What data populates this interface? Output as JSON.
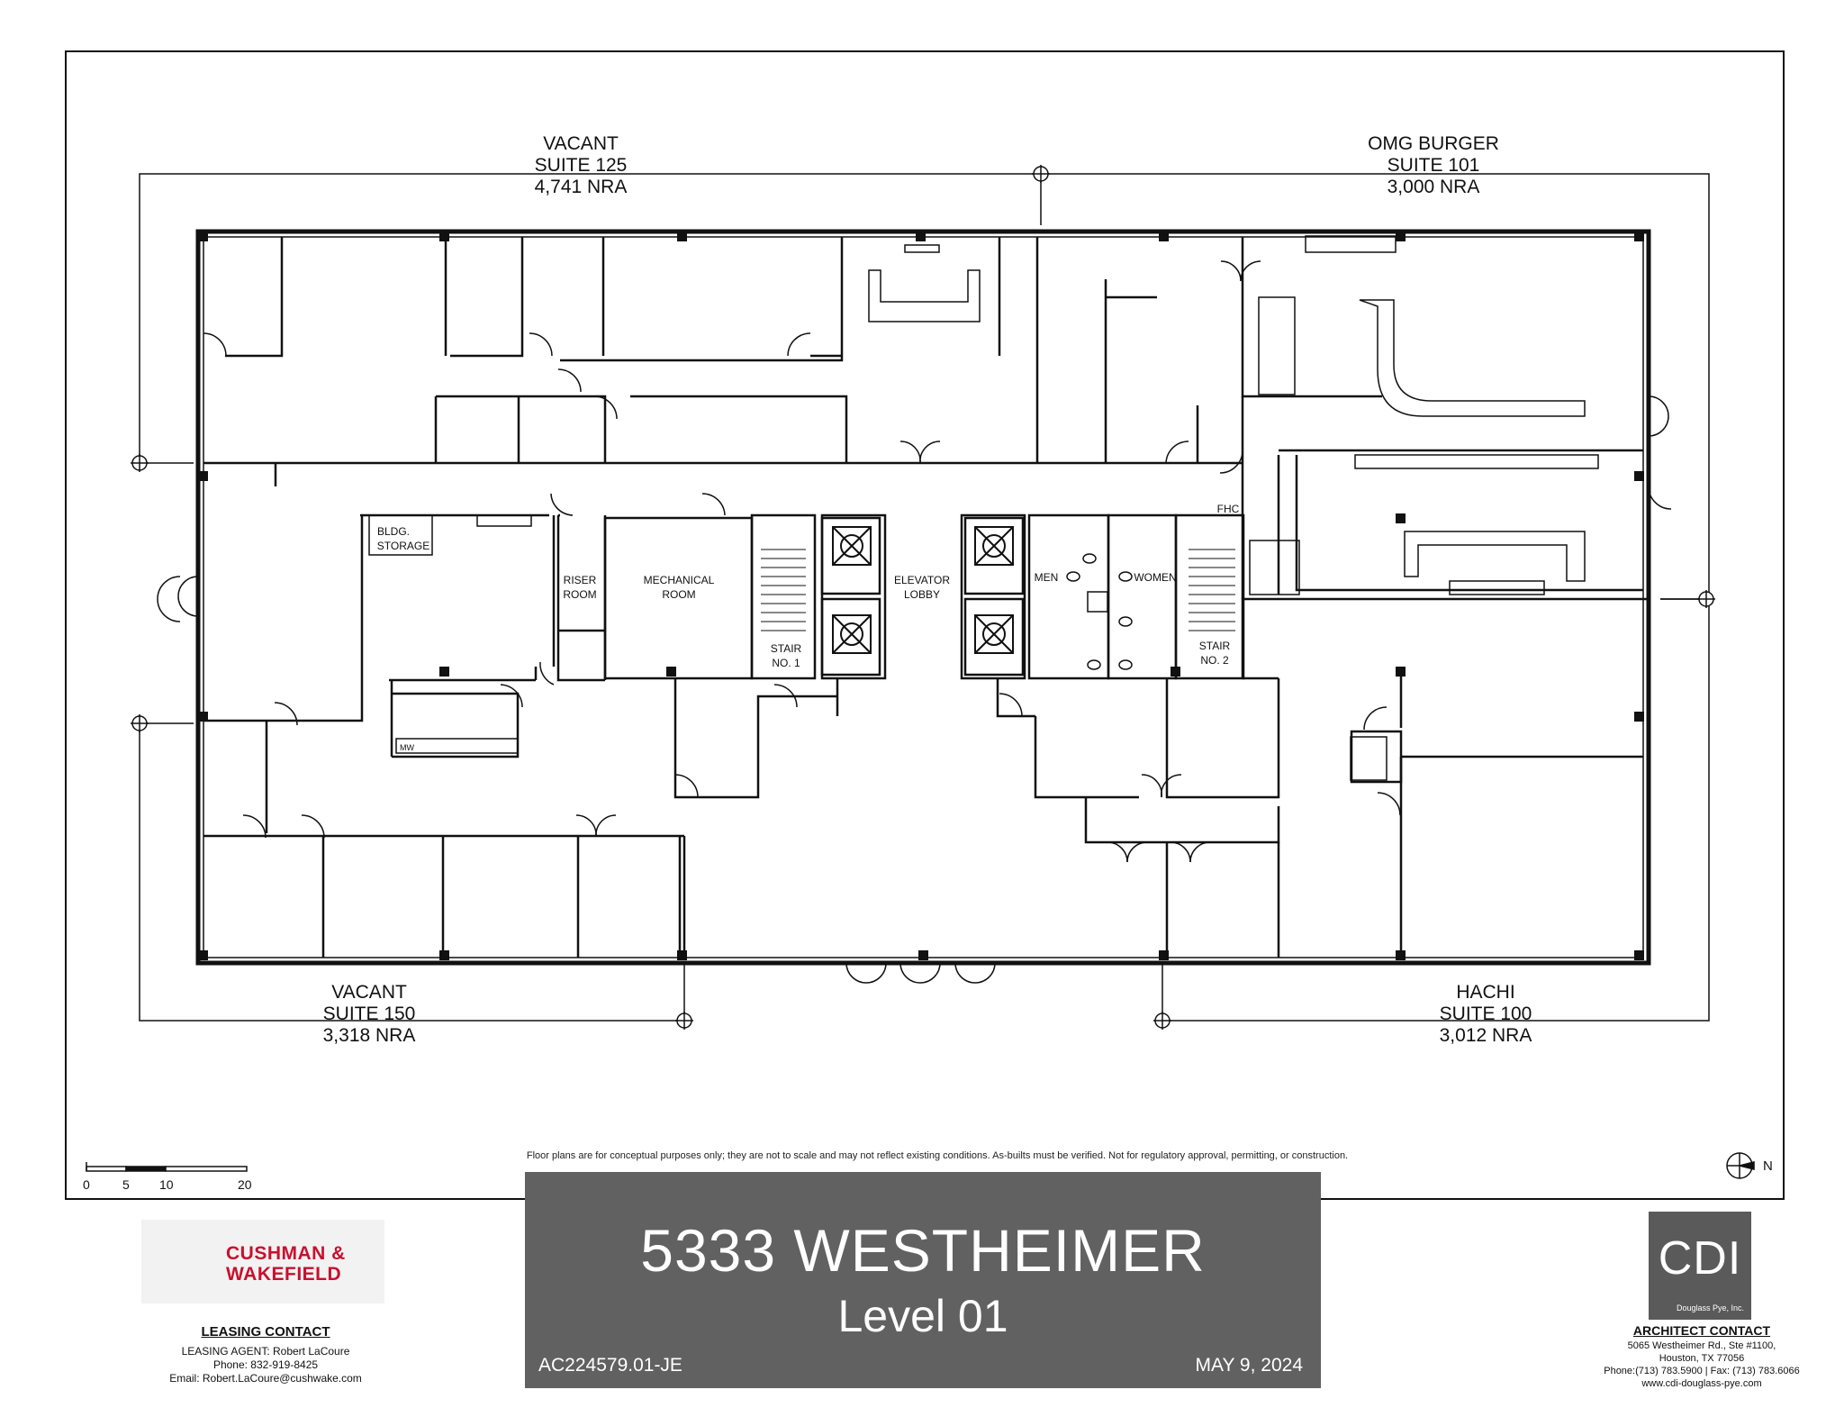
{
  "suites": [
    {
      "status": "VACANT",
      "suite": "SUITE 125",
      "area": "4,741 NRA"
    },
    {
      "status": "OMG BURGER",
      "suite": "SUITE 101",
      "area": "3,000 NRA"
    },
    {
      "status": "VACANT",
      "suite": "SUITE 150",
      "area": "3,318 NRA"
    },
    {
      "status": "HACHI",
      "suite": "SUITE 100",
      "area": "3,012 NRA"
    }
  ],
  "rooms": {
    "bldg_storage": [
      "BLDG.",
      "STORAGE"
    ],
    "riser_room": [
      "RISER",
      "ROOM"
    ],
    "mechanical_room": [
      "MECHANICAL",
      "ROOM"
    ],
    "stair_1": [
      "STAIR",
      "NO. 1"
    ],
    "elevator_lobby": [
      "ELEVATOR",
      "LOBBY"
    ],
    "men": "MEN",
    "women": "WOMEN",
    "stair_2": [
      "STAIR",
      "NO. 2"
    ],
    "fhc": "FHC",
    "mw": "MW"
  },
  "disclaimer": "Floor plans are for conceptual purposes only; they are not to scale and may not reflect existing conditions. As-builts must be verified. Not for regulatory approval, permitting, or construction.",
  "scale_bar": {
    "ticks": [
      "0",
      "5",
      "10",
      "20"
    ]
  },
  "north_label": "N",
  "title_block": {
    "building": "5333 WESTHEIMER",
    "level": "Level 01",
    "code": "AC224579.01-JE",
    "date": "MAY 9, 2024",
    "background": "#616161"
  },
  "leasing": {
    "logo_text": [
      "CUSHMAN &",
      "WAKEFIELD"
    ],
    "heading": "LEASING CONTACT",
    "agent": "LEASING AGENT:  Robert LaCoure",
    "phone": "Phone: 832-919-8425",
    "email": "Email: Robert.LaCoure@cushwake.com",
    "brand_color": "#c8102e"
  },
  "architect": {
    "logo_text": "CDI",
    "logo_sub": "Douglass Pye, Inc.",
    "heading": "ARCHITECT CONTACT",
    "address1": "5065 Westheimer Rd., Ste #1100,",
    "address2": "Houston, TX 77056",
    "phone": "Phone:(713) 783.5900  |  Fax: (713) 783.6066",
    "web": "www.cdi-douglass-pye.com"
  }
}
